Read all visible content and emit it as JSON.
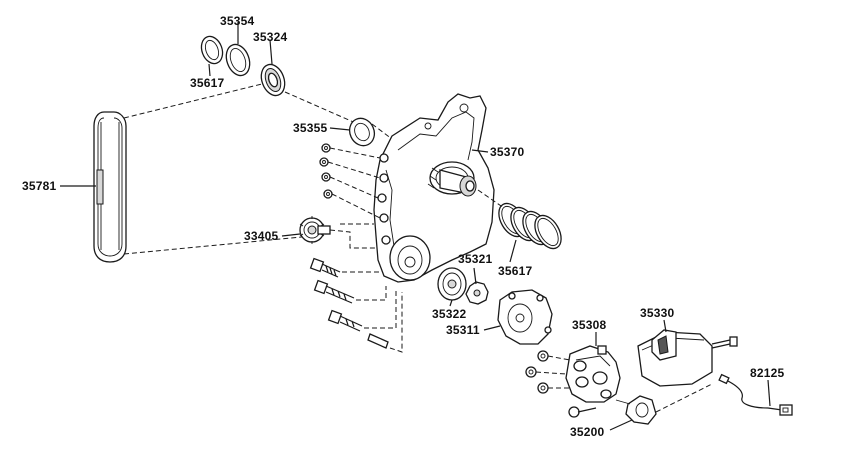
{
  "diagram": {
    "colors": {
      "line": "#1a1a1a",
      "background": "#ffffff",
      "shade": "#d8d8d8"
    },
    "labels": [
      {
        "id": "l35354",
        "text": "35354"
      },
      {
        "id": "l35324",
        "text": "35324"
      },
      {
        "id": "l35617a",
        "text": "35617"
      },
      {
        "id": "l35355",
        "text": "35355"
      },
      {
        "id": "l35370",
        "text": "35370"
      },
      {
        "id": "l35781",
        "text": "35781"
      },
      {
        "id": "l33405",
        "text": "33405"
      },
      {
        "id": "l35321",
        "text": "35321"
      },
      {
        "id": "l35617b",
        "text": "35617"
      },
      {
        "id": "l35322",
        "text": "35322"
      },
      {
        "id": "l35311",
        "text": "35311"
      },
      {
        "id": "l35308",
        "text": "35308"
      },
      {
        "id": "l35330",
        "text": "35330"
      },
      {
        "id": "l82125",
        "text": "82125"
      },
      {
        "id": "l35200",
        "text": "35200"
      }
    ]
  }
}
